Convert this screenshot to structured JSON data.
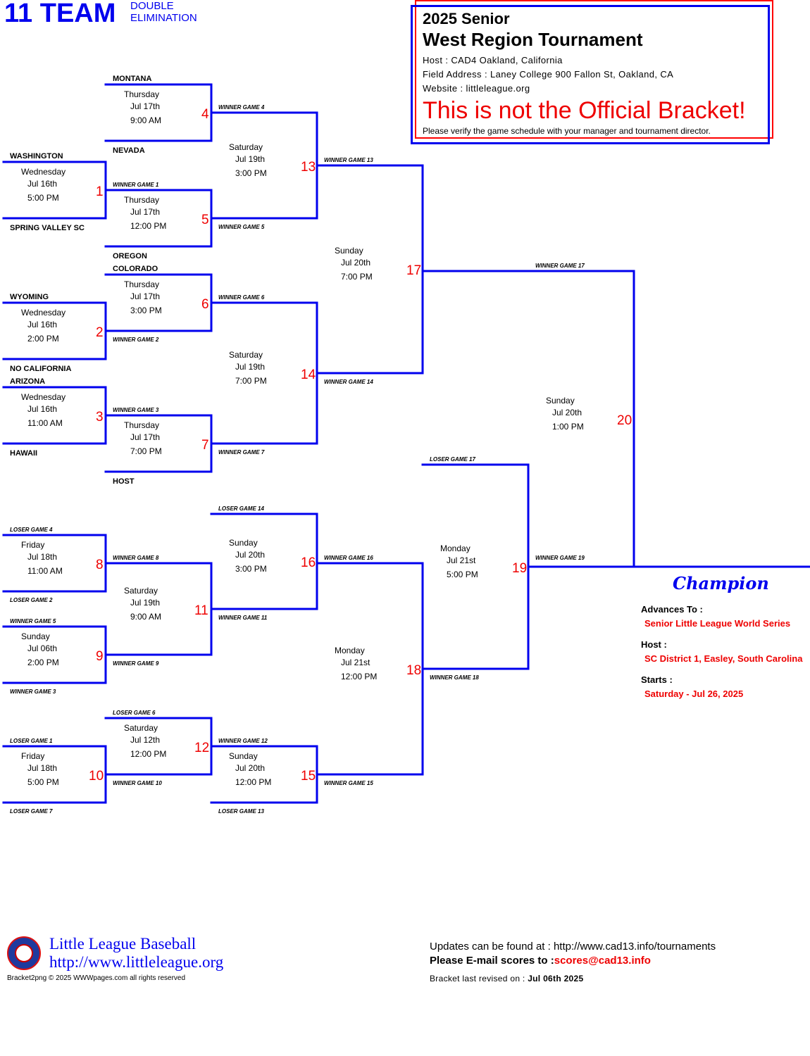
{
  "header": {
    "team_count": "11 TEAM",
    "format_line1": "DOUBLE",
    "format_line2": "ELIMINATION"
  },
  "info": {
    "year_division": "2025 Senior",
    "tournament_name": "West Region Tournament",
    "host": "Host : CAD4 Oakland, California",
    "field_address": "Field Address : Laney College 900 Fallon St, Oakland, CA",
    "website": "Website : littleleague.org",
    "warning": "This is not the Official Bracket!",
    "note": "Please verify the game schedule with your manager and tournament director."
  },
  "team_labels": [
    "MONTANA",
    "NEVADA",
    "WASHINGTON",
    "SPRING VALLEY SC",
    "OREGON",
    "COLORADO",
    "WYOMING",
    "NO CALIFORNIA",
    "ARIZONA",
    "HAWAII",
    "HOST"
  ],
  "feeder_labels": [
    "WINNER GAME 4",
    "WINNER GAME 1",
    "WINNER GAME 5",
    "WINNER GAME 13",
    "WINNER GAME 6",
    "WINNER GAME 2",
    "WINNER GAME 14",
    "WINNER GAME 3",
    "WINNER GAME 7",
    "WINNER GAME 17",
    "LOSER GAME 17",
    "LOSER GAME 14",
    "LOSER GAME 4",
    "WINNER GAME 8",
    "WINNER GAME 16",
    "WINNER GAME 19",
    "LOSER GAME 2",
    "WINNER GAME 5",
    "WINNER GAME 11",
    "WINNER GAME 9",
    "WINNER GAME 18",
    "WINNER GAME 3",
    "LOSER GAME 6",
    "LOSER GAME 1",
    "WINNER GAME 12",
    "WINNER GAME 10",
    "WINNER GAME 15",
    "LOSER GAME 7",
    "LOSER GAME 13"
  ],
  "games": [
    {
      "number": "1",
      "day": "Wednesday",
      "date": "Jul 16th",
      "time": "5:00 PM"
    },
    {
      "number": "2",
      "day": "Wednesday",
      "date": "Jul 16th",
      "time": "2:00 PM"
    },
    {
      "number": "3",
      "day": "Wednesday",
      "date": "Jul 16th",
      "time": "11:00 AM"
    },
    {
      "number": "4",
      "day": "Thursday",
      "date": "Jul 17th",
      "time": "9:00 AM"
    },
    {
      "number": "5",
      "day": "Thursday",
      "date": "Jul 17th",
      "time": "12:00 PM"
    },
    {
      "number": "6",
      "day": "Thursday",
      "date": "Jul 17th",
      "time": "3:00 PM"
    },
    {
      "number": "7",
      "day": "Thursday",
      "date": "Jul 17th",
      "time": "7:00 PM"
    },
    {
      "number": "8",
      "day": "Friday",
      "date": "Jul 18th",
      "time": "11:00 AM"
    },
    {
      "number": "9",
      "day": "Sunday",
      "date": "Jul 06th",
      "time": "2:00 PM"
    },
    {
      "number": "10",
      "day": "Friday",
      "date": "Jul 18th",
      "time": "5:00 PM"
    },
    {
      "number": "11",
      "day": "Saturday",
      "date": "Jul 19th",
      "time": "9:00 AM"
    },
    {
      "number": "12",
      "day": "Saturday",
      "date": "Jul 12th",
      "time": "12:00 PM"
    },
    {
      "number": "13",
      "day": "Saturday",
      "date": "Jul 19th",
      "time": "3:00 PM"
    },
    {
      "number": "14",
      "day": "Saturday",
      "date": "Jul 19th",
      "time": "7:00 PM"
    },
    {
      "number": "15",
      "day": "Sunday",
      "date": "Jul 20th",
      "time": "12:00 PM"
    },
    {
      "number": "16",
      "day": "Sunday",
      "date": "Jul 20th",
      "time": "3:00 PM"
    },
    {
      "number": "17",
      "day": "Sunday",
      "date": "Jul 20th",
      "time": "7:00 PM"
    },
    {
      "number": "18",
      "day": "Monday",
      "date": "Jul 21st",
      "time": "12:00 PM"
    },
    {
      "number": "19",
      "day": "Monday",
      "date": "Jul 21st",
      "time": "5:00 PM"
    },
    {
      "number": "20",
      "day": "Sunday",
      "date": "Jul 20th",
      "time": "1:00 PM"
    }
  ],
  "champion": {
    "title": "Champion",
    "advances_label": "Advances To :",
    "advances_value": "Senior Little League World Series",
    "host_label": "Host :",
    "host_value": "SC District 1, Easley, South Carolina",
    "starts_label": "Starts :",
    "starts_value": "Saturday - Jul 26, 2025"
  },
  "footer": {
    "org_name": "Little League Baseball",
    "org_url": "http://www.littleleague.org",
    "copyright": "Bracket2png © 2025 WWWpages.com all rights reserved",
    "updates": "Updates can be found at : http://www.cad13.info/tournaments",
    "email_label": "Please E-mail scores to :",
    "email": "scores@cad13.info",
    "revised_label": "Bracket last revised on :",
    "revised_date": "Jul 06th 2025"
  },
  "colors": {
    "bracket_line": "#0000ee",
    "game_number": "#ee0000",
    "warning": "#ee0000"
  }
}
